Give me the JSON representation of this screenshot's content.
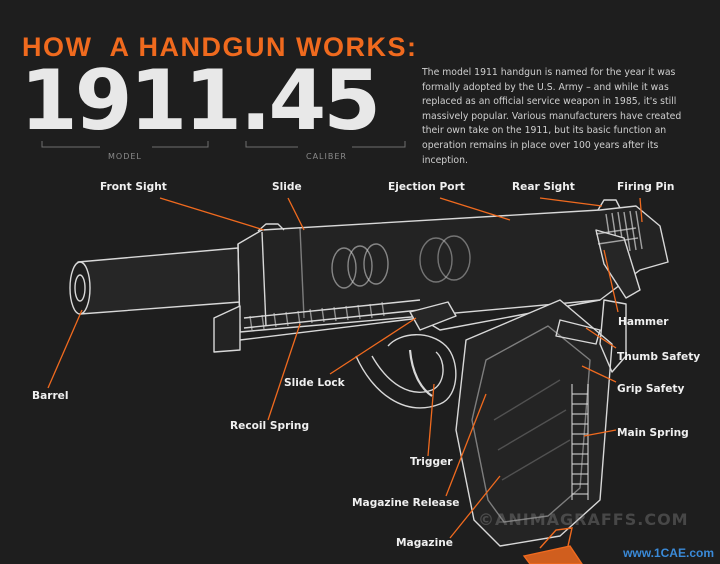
{
  "header": {
    "title": "HOW  A HANDGUN WORKS:",
    "model_value": "1911",
    "model_label": "MODEL",
    "caliber_value": ".45",
    "caliber_label": "CALIBER",
    "intro": "The model 1911 handgun is named for the year it was formally adopted by the U.S. Army – and while it was replaced as an official service weapon in 1985, it's still massively popular. Various manufacturers have created their own take on the 1911, but its basic function an operation remains in place over 100 years after its inception."
  },
  "labels": {
    "front_sight": "Front Sight",
    "slide": "Slide",
    "ejection_port": "Ejection Port",
    "rear_sight": "Rear Sight",
    "firing_pin": "Firing Pin",
    "hammer": "Hammer",
    "thumb_safety": "Thumb Safety",
    "grip_safety": "Grip Safety",
    "main_spring": "Main Spring",
    "slide_lock": "Slide Lock",
    "barrel": "Barrel",
    "recoil_spring": "Recoil Spring",
    "trigger": "Trigger",
    "magazine_release": "Magazine Release",
    "magazine": "Magazine"
  },
  "watermark": "©ANIMAGRAFFS.COM",
  "watermark_site": "www.1CAE.com",
  "colors": {
    "accent": "#f06a1e",
    "background": "#1e1e1e",
    "line_art": "#d8d8d8"
  }
}
